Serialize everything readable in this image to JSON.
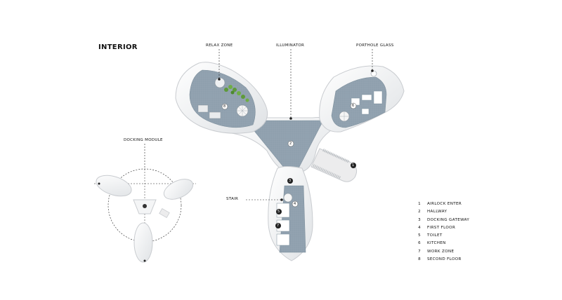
{
  "title": "INTERIOR",
  "callouts": {
    "relax_zone": "RELAX ZONE",
    "illuminator": "ILLUMINATOR",
    "porthole_glass": "PORTHOLE GLASS",
    "stair": "STAIR",
    "docking_module": "DOCKING MODULE"
  },
  "room_numbers": [
    "1",
    "2",
    "3",
    "4",
    "5",
    "6",
    "7",
    "8"
  ],
  "legend": [
    {
      "num": "1",
      "label": "AIRLOCK ENTER"
    },
    {
      "num": "2",
      "label": "HALLWAY"
    },
    {
      "num": "3",
      "label": "DOCKING GATEWAY"
    },
    {
      "num": "4",
      "label": "FIRST FLOOR"
    },
    {
      "num": "5",
      "label": "TOILET"
    },
    {
      "num": "6",
      "label": "KITCHEN"
    },
    {
      "num": "7",
      "label": "WORK ZONE"
    },
    {
      "num": "8",
      "label": "SECOND FLOOR"
    }
  ],
  "colors": {
    "floor": "#8fa0ae",
    "shell": "#f1f2f3",
    "shell_stroke": "#c9ccd0",
    "plant": "#5e9a3a"
  }
}
